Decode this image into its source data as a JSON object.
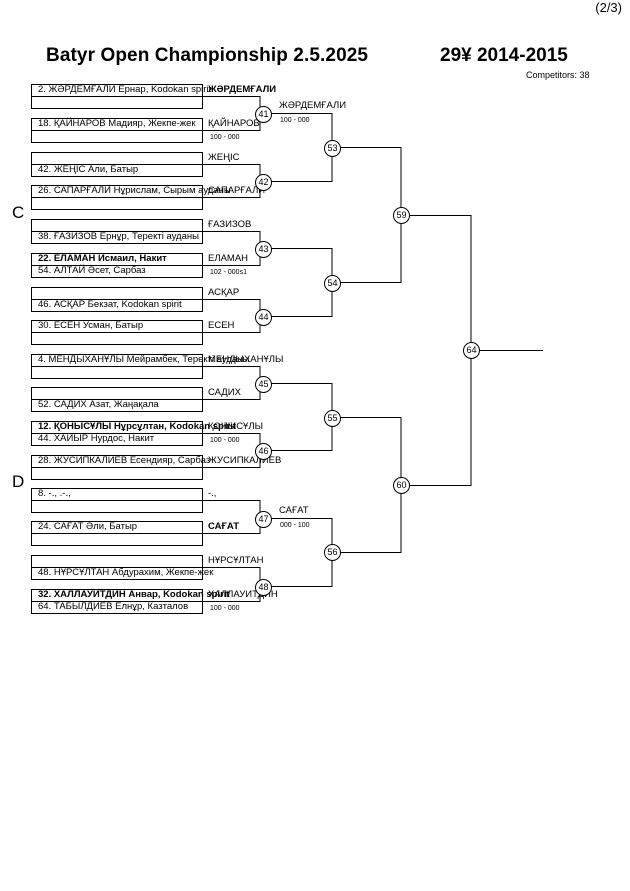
{
  "header": {
    "page_number": "(2/3)",
    "title": "Batyr Open Championship  2.5.2025",
    "category": "29¥ 2014-2015",
    "competitors": "Competitors: 38"
  },
  "pools": [
    "C",
    "D"
  ],
  "competitors": [
    {
      "text": "2. ЖӘРДЕМҒАЛИ Ернар, Kodokan spirit",
      "bold": false
    },
    {
      "text": "18. ҚАЙНАРОВ Мадияр, Жекпе-жек",
      "bold": false
    },
    {
      "text": "42. ЖЕҢІС Али, Батыр",
      "bold": false
    },
    {
      "text": "26. САПАРҒАЛИ Нұрислам, Сырым ауданы",
      "bold": false
    },
    {
      "text": "38. ҒАЗИЗОВ Ернұр, Теректі ауданы",
      "bold": false
    },
    {
      "text": "22. ЕЛАМАН  Исмаил, Накит",
      "bold": true
    },
    {
      "text": "54. АЛТАЙ Әсет, Сарбаз",
      "bold": false
    },
    {
      "text": "46. АСҚАР Бекзат, Kodokan spirit",
      "bold": false
    },
    {
      "text": "30. ЕСЕН Усман, Батыр",
      "bold": false
    },
    {
      "text": "4. МЕНДЫХАНҰЛЫ Мейрамбек, Теректі ауданы",
      "bold": false
    },
    {
      "text": "52. САДИХ Азат, Жаңақала",
      "bold": false
    },
    {
      "text": "12. ҚОНЫСҰЛЫ Нұрсұлтан, Kodokan spirit",
      "bold": true
    },
    {
      "text": "44. ХАИЫР Нурдос, Накит",
      "bold": false
    },
    {
      "text": "28. ЖУСИПКАЛИЕВ Есендияр, Сарбаз",
      "bold": false
    },
    {
      "text": "8. -., .-.,",
      "bold": false
    },
    {
      "text": "24. САҒАТ Әли, Батыр",
      "bold": false
    },
    {
      "text": "48. НҰРСҰЛТАН Абдурахим, Жекпе-жек",
      "bold": false
    },
    {
      "text": "32. ХАЛЛАУИТДИН Анвар, Kodokan spirit",
      "bold": true
    },
    {
      "text": "64. ТАБЫЛДИЕВ Елнұр, Казталов",
      "bold": false
    }
  ],
  "round1_labels": [
    {
      "text": "ЖӘРДЕМҒАЛИ",
      "bold": true
    },
    {
      "text": "ҚАЙНАРОВ",
      "bold": false
    },
    {
      "text": "ЖЕҢІС",
      "bold": false
    },
    {
      "text": "САПАРҒАЛИ",
      "bold": false
    },
    {
      "text": "ҒАЗИЗОВ",
      "bold": false
    },
    {
      "text": "ЕЛАМАН",
      "bold": false
    },
    {
      "text": "АСҚАР",
      "bold": false
    },
    {
      "text": "ЕСЕН",
      "bold": false
    },
    {
      "text": "МЕНДЫХАНҰЛЫ",
      "bold": false
    },
    {
      "text": "САДИХ",
      "bold": false
    },
    {
      "text": "ҚОНЫСҰЛЫ",
      "bold": false
    },
    {
      "text": "ЖУСИПКАЛИЕВ",
      "bold": false
    },
    {
      "text": "-.,",
      "bold": false
    },
    {
      "text": "САҒАТ",
      "bold": true
    },
    {
      "text": "НҰРСҰЛТАН",
      "bold": false
    },
    {
      "text": "ХАЛЛАУИТДИН",
      "bold": false
    }
  ],
  "round2_labels": [
    {
      "text": "ЖӘРДЕМҒАЛИ"
    },
    {
      "text": "САҒАТ"
    }
  ],
  "scores": [
    "100 - 000",
    "102 - 000s1",
    "100 - 000",
    "000 - 100",
    "100 - 000"
  ],
  "matches": [
    "41",
    "42",
    "43",
    "44",
    "45",
    "46",
    "47",
    "48",
    "53",
    "54",
    "55",
    "56",
    "59",
    "60",
    "64"
  ]
}
